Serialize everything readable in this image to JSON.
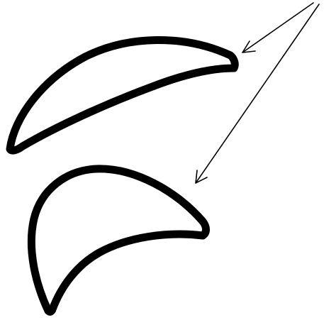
{
  "diagram": {
    "background_color": "#ffffff",
    "ink_color": "#000000",
    "shapes": [
      {
        "name": "upper-crescent-shape",
        "description_icon": "crescent-outline-icon"
      },
      {
        "name": "lower-crescent-shape",
        "description_icon": "crescent-outline-icon"
      }
    ],
    "arrows": [
      {
        "name": "arrow-to-upper-crescent"
      },
      {
        "name": "arrow-to-lower-crescent"
      }
    ]
  }
}
